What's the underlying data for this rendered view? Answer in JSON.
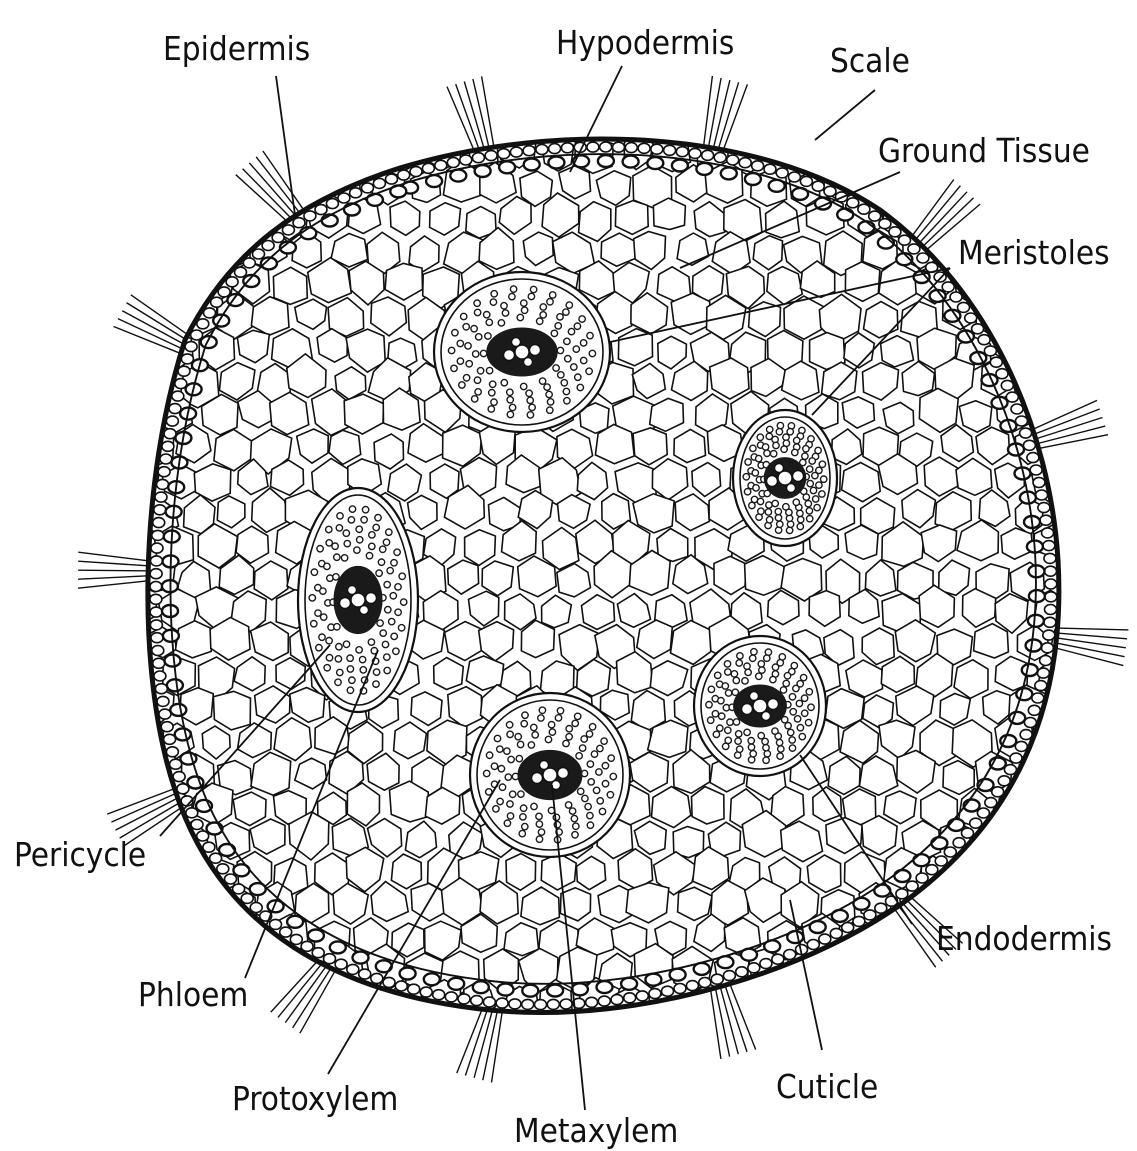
{
  "diagram": {
    "labels": {
      "epidermis": "Epidermis",
      "hypodermis": "Hypodermis",
      "scale": "Scale",
      "ground_tissue": "Ground Tissue",
      "meristoles": "Meristoles",
      "pericycle": "Pericycle",
      "endodermis": "Endodermis",
      "phloem": "Phloem",
      "cuticle": "Cuticle",
      "protoxylem": "Protoxylem",
      "metaxylem": "Metaxylem"
    },
    "colors": {
      "ink": "#111111",
      "background": "#ffffff",
      "cell_fill": "#ffffff",
      "vascular_dark": "#1a1a1a"
    }
  }
}
